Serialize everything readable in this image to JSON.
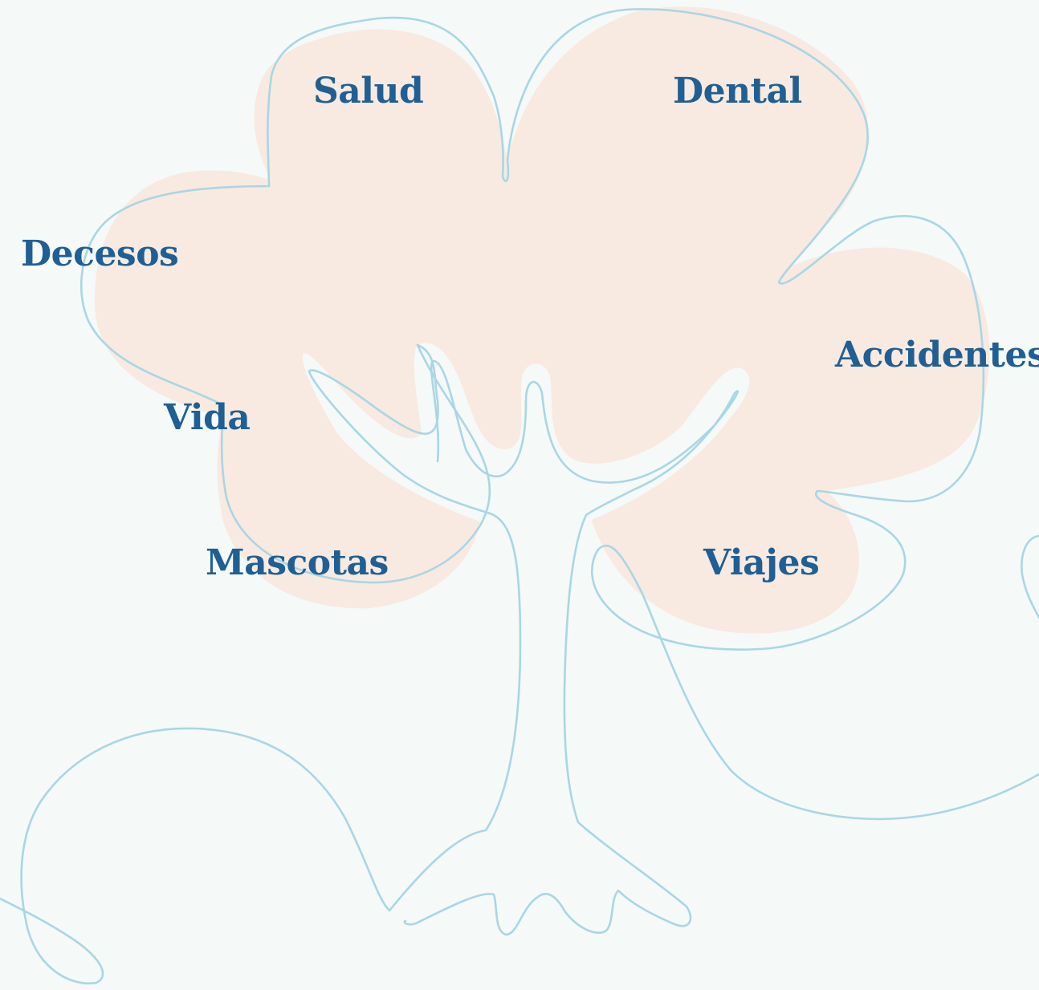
{
  "colors": {
    "background": "#f5f9f8",
    "blob_fill": "#f8eae0",
    "outline_stroke": "#a9d6e5",
    "label_text": "#1f5f94"
  },
  "categories": {
    "salud": "Salud",
    "dental": "Dental",
    "decesos": "Decesos",
    "accidentes": "Accidentes",
    "vida": "Vida",
    "mascotas": "Mascotas",
    "viajes": "Viajes"
  }
}
